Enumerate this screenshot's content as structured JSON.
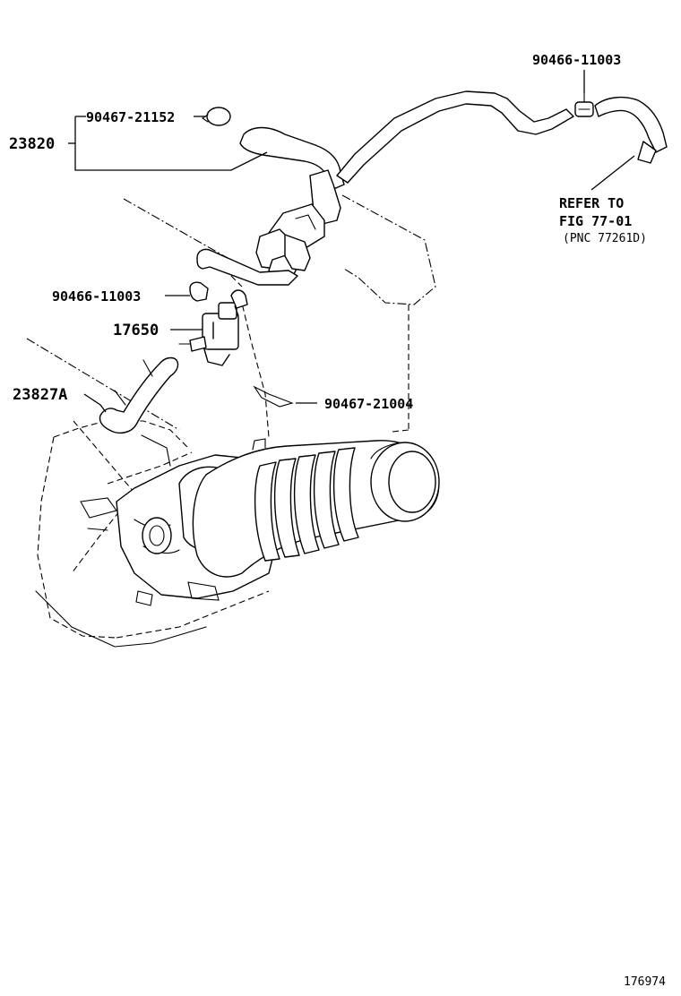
{
  "labels": {
    "pn_23820": "23820",
    "pn_90467_21152": "90467-21152",
    "pn_90466_11003_top": "90466-11003",
    "refer_line1": "REFER TO",
    "refer_line2": "FIG 77-01",
    "refer_line3": "(PNC 77261D)",
    "pn_90466_11003_left": "90466-11003",
    "pn_17650": "17650",
    "pn_23827A": "23827A",
    "pn_90467_21004": "90467-21004",
    "illustration_id": "176974"
  }
}
